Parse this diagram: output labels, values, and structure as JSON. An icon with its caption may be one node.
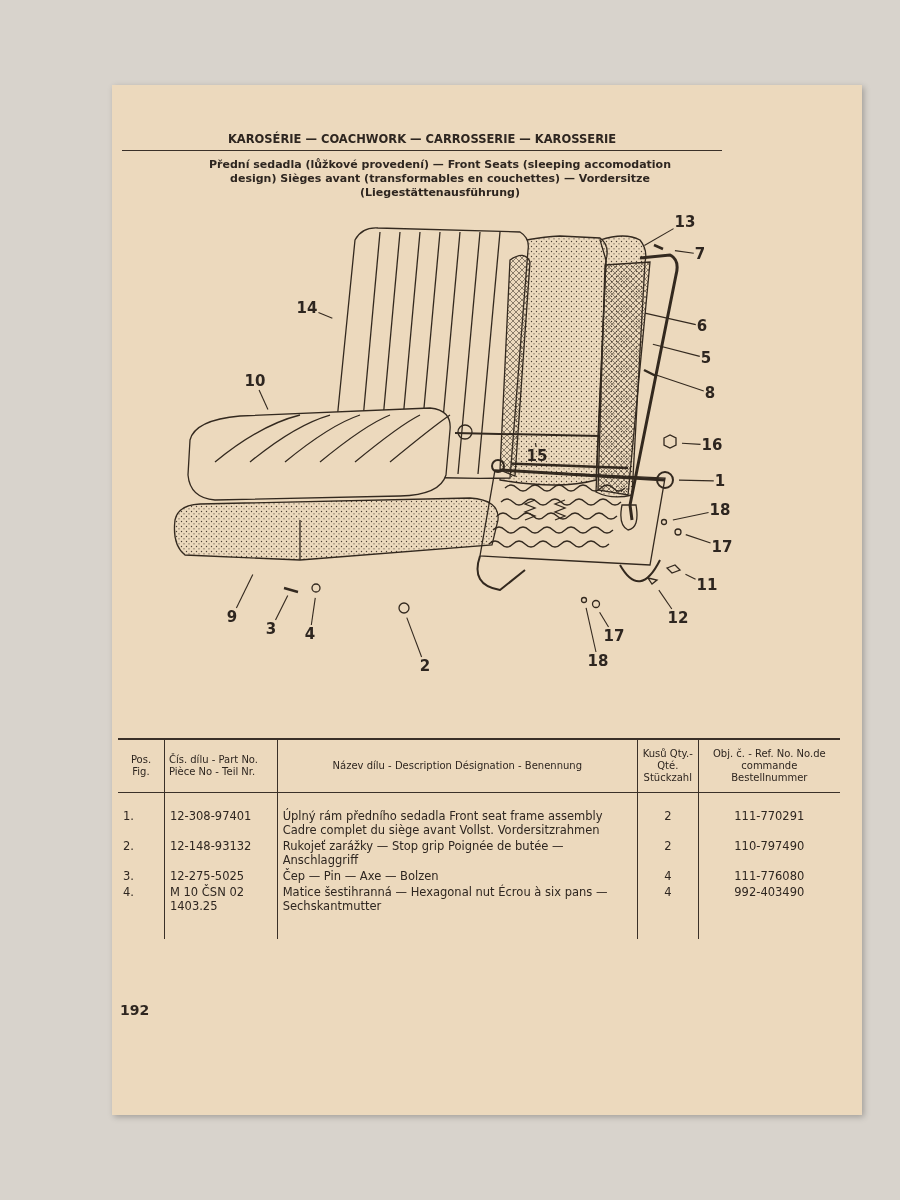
{
  "diagram": {
    "title": "KAROSÉRIE — COACHWORK — CARROSSERIE — KAROSSERIE",
    "nodes": [
      {
        "text": [
          "13"
        ]
      },
      {
        "text": [
          "7"
        ]
      },
      {
        "text": [
          "14"
        ]
      },
      {
        "text": [
          "6"
        ]
      },
      {
        "text": [
          "5"
        ]
      },
      {
        "text": [
          "8"
        ]
      },
      {
        "text": [
          "10"
        ]
      },
      {
        "text": [
          "16"
        ]
      },
      {
        "text": [
          "15"
        ]
      },
      {
        "text": [
          "1"
        ]
      },
      {
        "text": [
          "18"
        ]
      },
      {
        "text": [
          "17"
        ]
      },
      {
        "text": [
          "11"
        ]
      },
      {
        "text": [
          "9"
        ]
      },
      {
        "text": [
          "3"
        ]
      },
      {
        "text": [
          "12"
        ]
      },
      {
        "text": [
          "4"
        ]
      },
      {
        "text": [
          "17"
        ]
      },
      {
        "text": [
          "2"
        ]
      },
      {
        "text": [
          "18"
        ]
      }
    ],
    "edges": [
      {
        "from": 0,
        "to": null,
        "arrow": "none"
      },
      {
        "from": 1,
        "to": null,
        "arrow": "none"
      },
      {
        "from": 2,
        "to": null,
        "arrow": "none"
      },
      {
        "from": 3,
        "to": null,
        "arrow": "none"
      },
      {
        "from": 4,
        "to": null,
        "arrow": "none"
      },
      {
        "from": 5,
        "to": null,
        "arrow": "none"
      },
      {
        "from": 6,
        "to": null,
        "arrow": "none"
      },
      {
        "from": 7,
        "to": null,
        "arrow": "none"
      },
      {
        "from": 8,
        "to": null,
        "arrow": "none"
      },
      {
        "from": 9,
        "to": null,
        "arrow": "none"
      },
      {
        "from": 10,
        "to": null,
        "arrow": "none"
      },
      {
        "from": 11,
        "to": null,
        "arrow": "none"
      },
      {
        "from": 12,
        "to": null,
        "arrow": "none"
      },
      {
        "from": 13,
        "to": null,
        "arrow": "none"
      },
      {
        "from": 14,
        "to": null,
        "arrow": "none"
      },
      {
        "from": 15,
        "to": null,
        "arrow": "none"
      },
      {
        "from": 16,
        "to": null,
        "arrow": "none"
      },
      {
        "from": 17,
        "to": null,
        "arrow": "none"
      },
      {
        "from": 18,
        "to": null,
        "arrow": "none"
      },
      {
        "from": 19,
        "to": null,
        "arrow": "none"
      }
    ],
    "labels": [
      "Přední sedadla (lůžkové provedení) — Front Seats (sleeping accomodation design) Sièges avant (transformables en couchettes) — Vordersitze (Liegestättenausführung)",
      "Pos. Fig.",
      "Čís. dílu - Part No. Pièce No - Teil Nr.",
      "Název dílu - Description Désignation - Benennung",
      "Kusů Qty.-Qté. Stückzahl",
      "Obj. č. - Ref. No. No.de commande Bestellnummer",
      "1.",
      "12-308-97401",
      "Úplný rám předního sedadla Front seat frame assembly Cadre complet du siège avant Vollst. Vordersitzrahmen",
      "2",
      "111-770291",
      "2.",
      "12-148-93132",
      "Rukojeť zarážky — Stop grip Poignée de butée — Anschlaggriff",
      "2",
      "110-797490",
      "3.",
      "12-275-5025",
      "Čep — Pin — Axe — Bolzen",
      "4",
      "111-776080",
      "4.",
      "M 10 ČSN 02 1403.25",
      "Matice šestihranná — Hexagonal nut Écrou à six pans — Sechskantmutter",
      "4",
      "992-403490",
      "192"
    ]
  }
}
